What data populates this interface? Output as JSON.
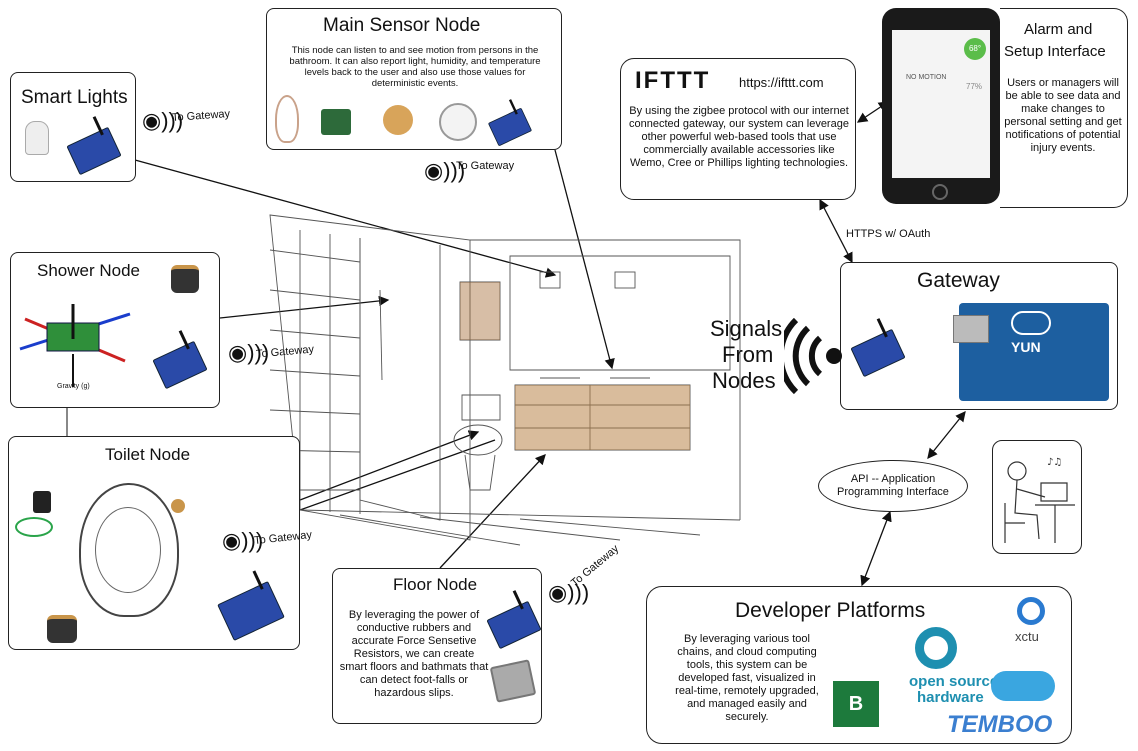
{
  "smart_lights": {
    "title": "Smart Lights",
    "to_gateway": "To Gateway"
  },
  "main_sensor": {
    "title": "Main Sensor Node",
    "body": "This node can listen to and see motion from persons in the bathroom.  It can also report light, humidity, and temperature levels back to the user and also use those values for deterministic events.",
    "to_gateway": "To Gateway"
  },
  "shower": {
    "title": "Shower Node",
    "to_gateway": "To Gateway",
    "gravity_label": "Gravity (g)"
  },
  "toilet": {
    "title": "Toilet Node",
    "to_gateway": "To Gateway"
  },
  "floor": {
    "title": "Floor Node",
    "body": "By leveraging the power of conductive rubbers and accurate Force Sensetive Resistors, we can create smart floors and bathmats that can detect foot-falls or hazardous slips.",
    "to_gateway": "To Gateway"
  },
  "ifttt": {
    "logo": "IFTTT",
    "url": "https://ifttt.com",
    "body": "By using the zigbee protocol with our internet connected gateway, our system can leverage other powerful web-based tools that use commercially available accessories like Wemo, Cree or Phillips lighting technologies."
  },
  "alarm": {
    "title_line1": "Alarm and",
    "title_line2": "Setup Interface",
    "body": "Users or managers will be able to see data and make changes to personal setting and get notifications of potential injury events.",
    "phone_status": "NO MOTION",
    "phone_temp": "68°",
    "phone_pct": "77%"
  },
  "https_label": "HTTPS w/ OAuth",
  "gateway": {
    "title": "Gateway",
    "board_label": "YUN"
  },
  "signals": {
    "line1": "Signals",
    "line2": "From",
    "line3": "Nodes"
  },
  "api": {
    "line1": "API -- Application",
    "line2": "Programming Interface"
  },
  "dev": {
    "title": "Developer Platforms",
    "body": "By leveraging various tool chains, and cloud computing tools, this system can be developed fast, visualized in real-time, remotely upgraded, and managed easily and securely.",
    "logo_osh_1": "open source",
    "logo_osh_2": "hardware",
    "logo_xctu": "xctu",
    "logo_temboo": "TEMBOO"
  },
  "colors": {
    "xbee": "#2a4aa8",
    "osh": "#1e8fb0",
    "temboo": "#3b7fd0",
    "gateway_board": "#1d5fa0"
  }
}
